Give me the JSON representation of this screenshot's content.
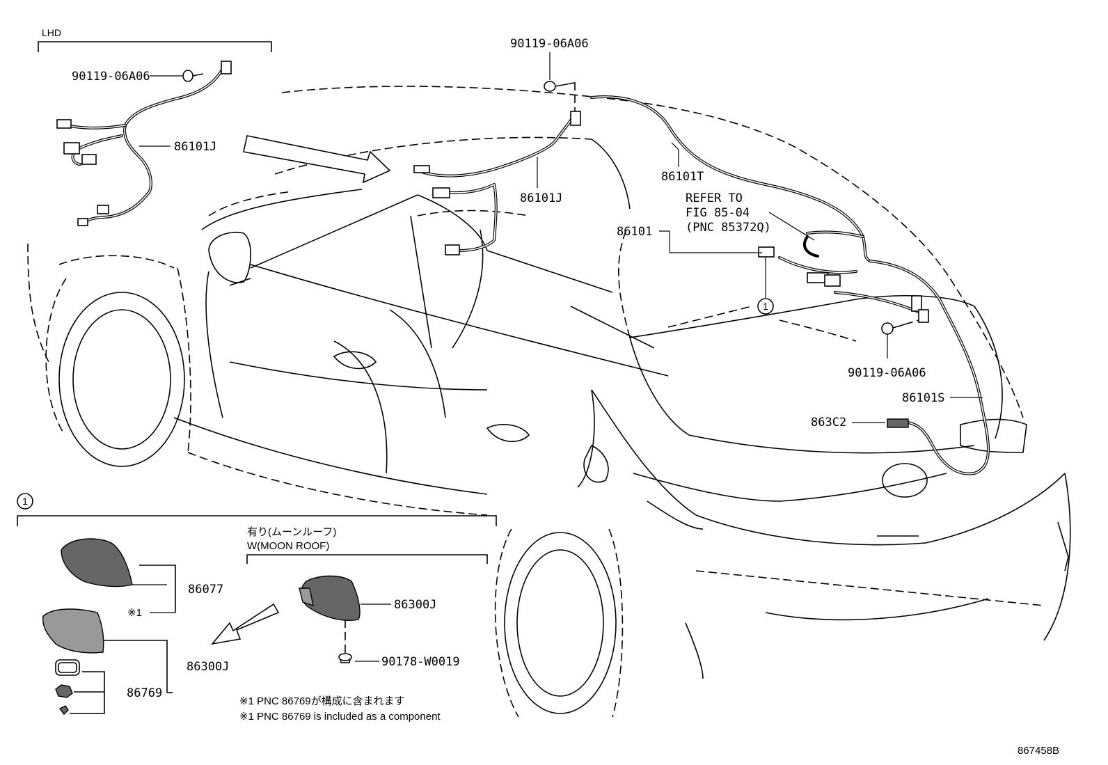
{
  "labels": {
    "lhd": "LHD",
    "bolt_a": "90119-06A06",
    "bolt_b": "90119-06A06",
    "bolt_c": "90119-06A06",
    "wire_lhd": "86101J",
    "wire_main": "86101J",
    "wire_t": "86101T",
    "refer_1": "REFER TO",
    "refer_2": "FIG 85-04",
    "refer_3": "(PNC 85372Q)",
    "part_86101": "86101",
    "callout_1": "1",
    "wire_s": "86101S",
    "part_863c2": "863C2",
    "inset_1": "1",
    "moon_jp": "有り(ムーンルーフ)",
    "moon_en": "W(MOON ROOF)",
    "part_86077": "86077",
    "mark_1": "※1",
    "part_86300j_a": "86300J",
    "part_86300j_b": "86300J",
    "part_86769": "86769",
    "part_90178": "90178-W0019",
    "note_jp": "※1 PNC 86769が構成に含まれます",
    "note_en": "※1 PNC 86769 is included as a component",
    "fig_no": "867458B"
  }
}
